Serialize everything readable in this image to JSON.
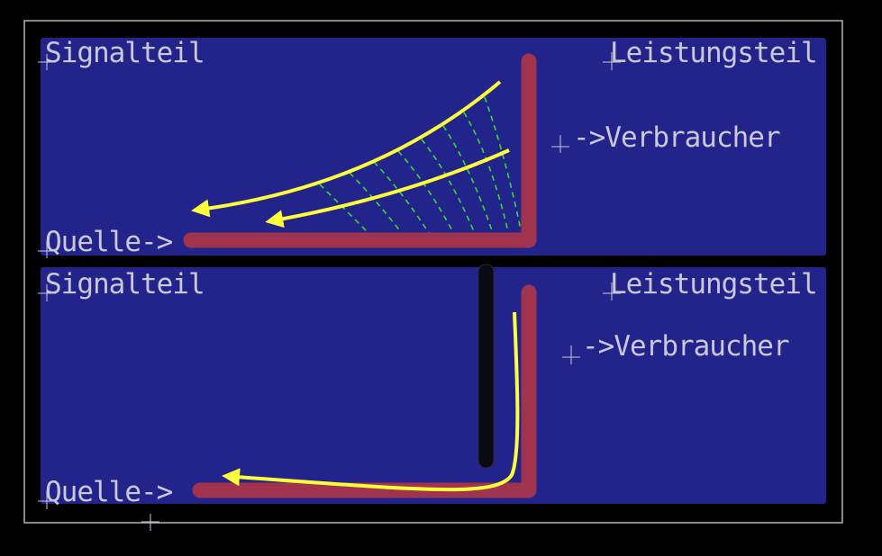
{
  "panels": [
    {
      "signal_label": "Signalteil",
      "power_label": "Leistungsteil",
      "load_label": "->Verbraucher",
      "source_label": "Quelle->"
    },
    {
      "signal_label": "Signalteil",
      "power_label": "Leistungsteil",
      "load_label": "->Verbraucher",
      "source_label": "Quelle->"
    }
  ],
  "colors": {
    "background": "#000000",
    "board_outline": "#b4b4b4",
    "ground_plane": "#23238c",
    "trace": "#a0344e",
    "current_arrow": "#ffff3c",
    "field_lines": "#32dc32",
    "slot": "#0a0a14",
    "label_text": "#c8c8d8"
  }
}
